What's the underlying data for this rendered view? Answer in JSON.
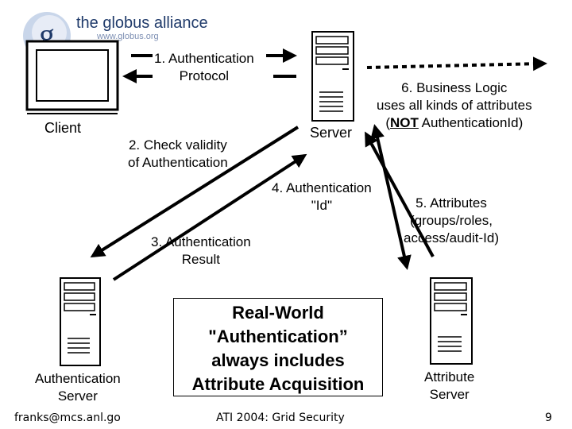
{
  "logo": {
    "name": "the globus alliance",
    "url": "www.globus.org",
    "mark": "g"
  },
  "nodes": {
    "client": "Client",
    "server": "Server",
    "auth_server": [
      "Authentication",
      "Server"
    ],
    "attribute_server": [
      "Attribute",
      "Server"
    ]
  },
  "steps": {
    "step1": [
      "1. Authentication",
      "Protocol"
    ],
    "step2": [
      "2. Check validity",
      "of Authentication"
    ],
    "step3": [
      "3. Authentication",
      "Result"
    ],
    "step4": [
      "4. Authentication",
      "\"Id\""
    ],
    "step5": [
      "5. Attributes",
      "(groups/roles,",
      "access/audit-Id)"
    ],
    "step6": {
      "line1": "6. Business Logic",
      "line2": "uses all kinds of attributes",
      "line3_prefix": "(",
      "line3_bold": "NOT",
      "line3_suffix": " AuthenticationId)"
    }
  },
  "callout": [
    "Real-World",
    "\"Authentication”",
    "always includes",
    "Attribute Acquisition"
  ],
  "footer": {
    "email": "franks@mcs.anl.go",
    "title": "ATI 2004: Grid Security",
    "page": "9"
  }
}
